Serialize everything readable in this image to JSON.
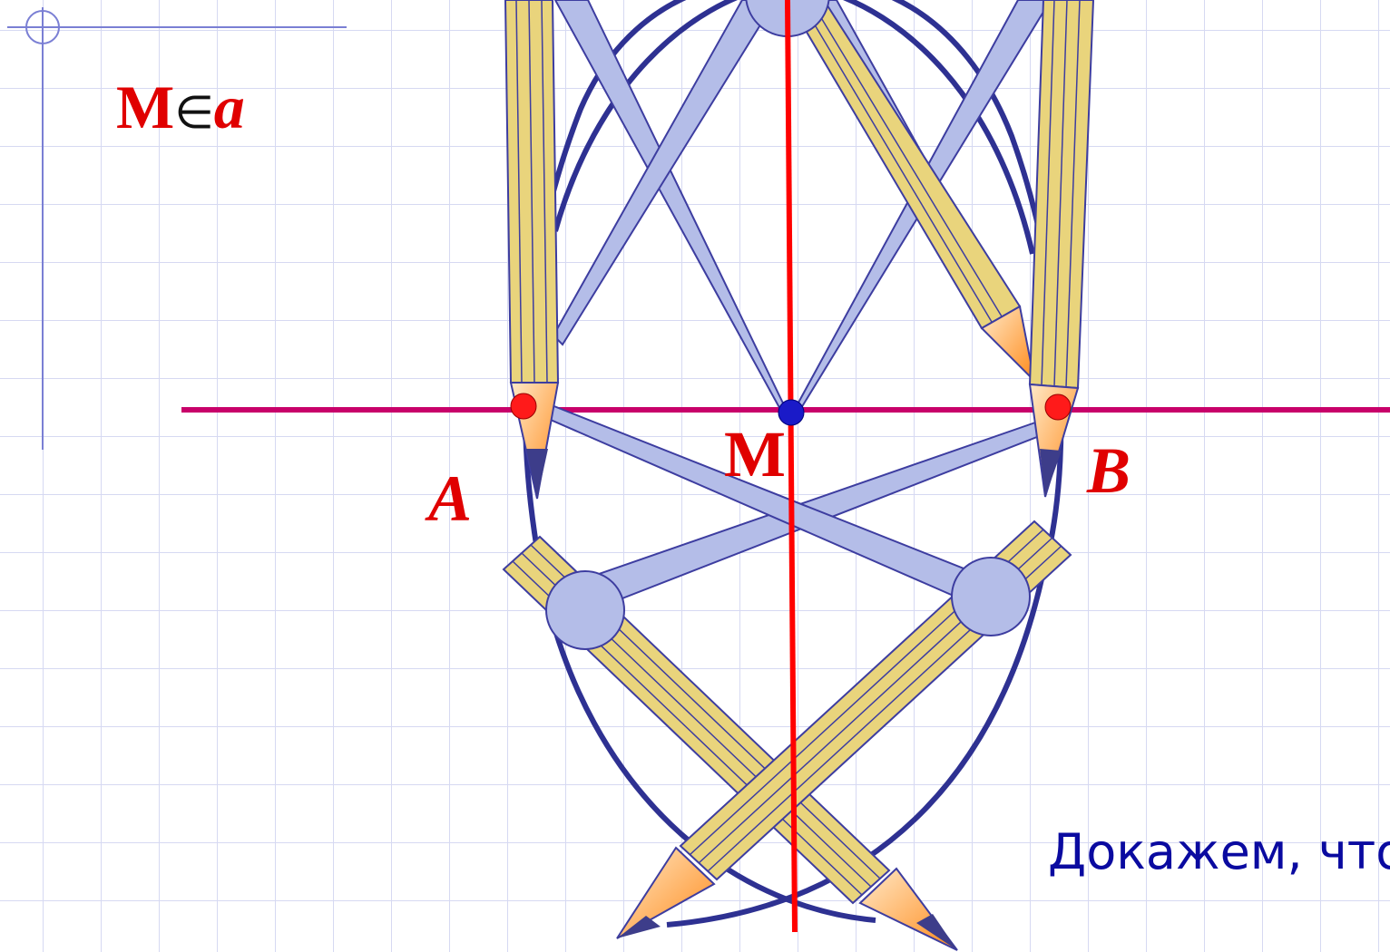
{
  "formula": {
    "point": "M",
    "relation": "∈",
    "line": "a"
  },
  "labels": {
    "A": "A",
    "B": "B",
    "M": "M"
  },
  "caption": "Докажем, что",
  "colors": {
    "line_a": "#c8006a",
    "bisector": "#ff0000",
    "circle": "#2e3192",
    "compass": "#b4bde8",
    "pencil": "#e9d47c",
    "text": "#0a0aa0",
    "point": "#e00000"
  }
}
